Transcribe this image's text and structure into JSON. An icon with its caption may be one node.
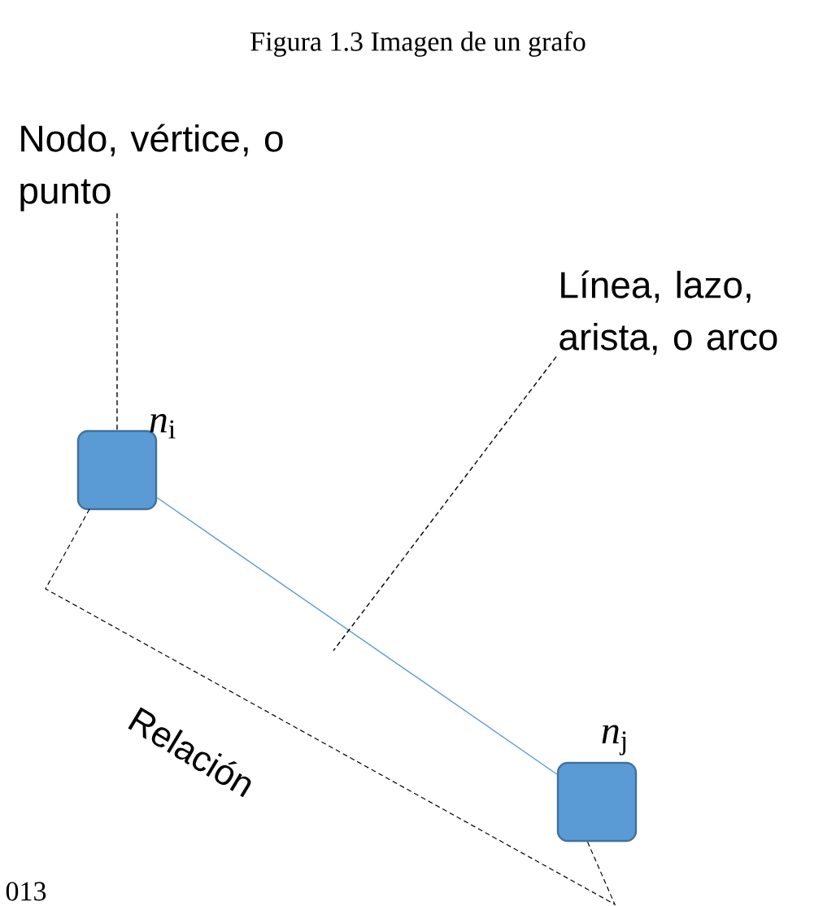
{
  "diagram": {
    "title": "Figura 1.3 Imagen de un grafo",
    "nodes": [
      {
        "text": [
          "Nodo, vértice, o punto"
        ]
      },
      {
        "text": [
          "Línea, lazo, arista, o arco"
        ]
      },
      {
        "text": [],
        "shape": "box",
        "beside": [
          "*n*$_{i}$"
        ]
      },
      {
        "text": [],
        "shape": "box",
        "beside": [
          "*n*$_{j}$"
        ]
      }
    ],
    "edges": [
      {
        "from": 0,
        "to": 2,
        "arrow": "none",
        "style": "dashed",
        "color": "#000000"
      },
      {
        "from": 2,
        "to": 3,
        "arrow": "none",
        "color": "#5b9bd5"
      },
      {
        "from": 1,
        "to": null,
        "arrow": "none",
        "style": "dashed",
        "color": "#000000"
      }
    ],
    "labels": [
      "Relación",
      "013"
    ]
  }
}
